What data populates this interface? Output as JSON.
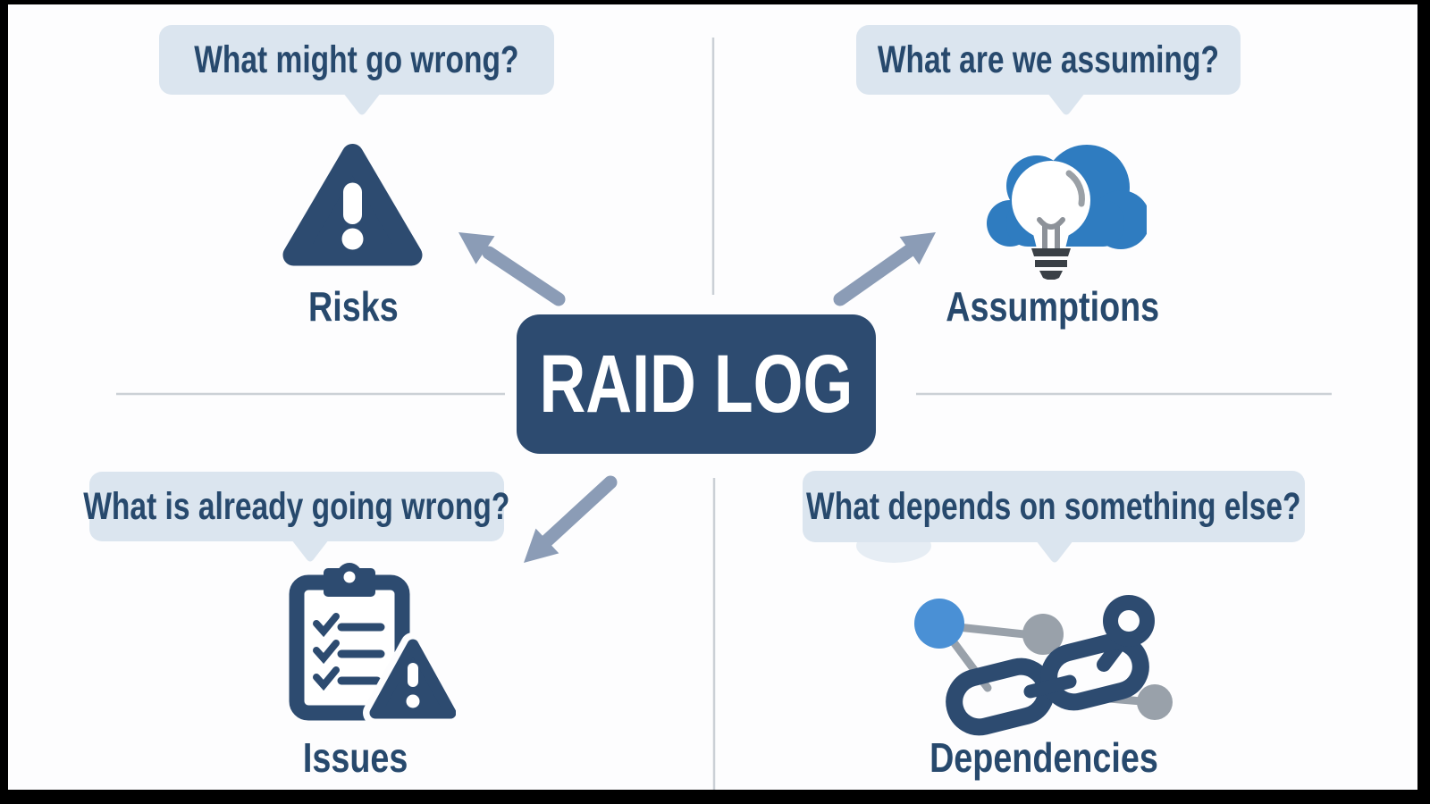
{
  "diagram": {
    "title": "RAID LOG",
    "type": "raid-log-quadrant-diagram"
  },
  "quadrants": [
    {
      "question": "What might go wrong?",
      "label": "Risks",
      "icon": "warning-triangle-icon"
    },
    {
      "question": "What are we assuming?",
      "label": "Assumptions",
      "icon": "cloud-lightbulb-icon"
    },
    {
      "question": "What is already going wrong?",
      "label": "Issues",
      "icon": "clipboard-checklist-warning-icon"
    },
    {
      "question": "What depends on something else?",
      "label": "Dependencies",
      "icon": "chain-network-icon"
    }
  ],
  "colors": {
    "navy": "#2d4b70",
    "bubble_bg": "#dbe5ef",
    "text_navy": "#27496d",
    "arrow": "#8b9cb6",
    "cloud_blue": "#2f7cc0",
    "node_blue": "#4a90d5",
    "gray": "#99a1aa",
    "divider": "#cbd0d6",
    "background": "#fdfdfe",
    "frame": "#000000"
  }
}
